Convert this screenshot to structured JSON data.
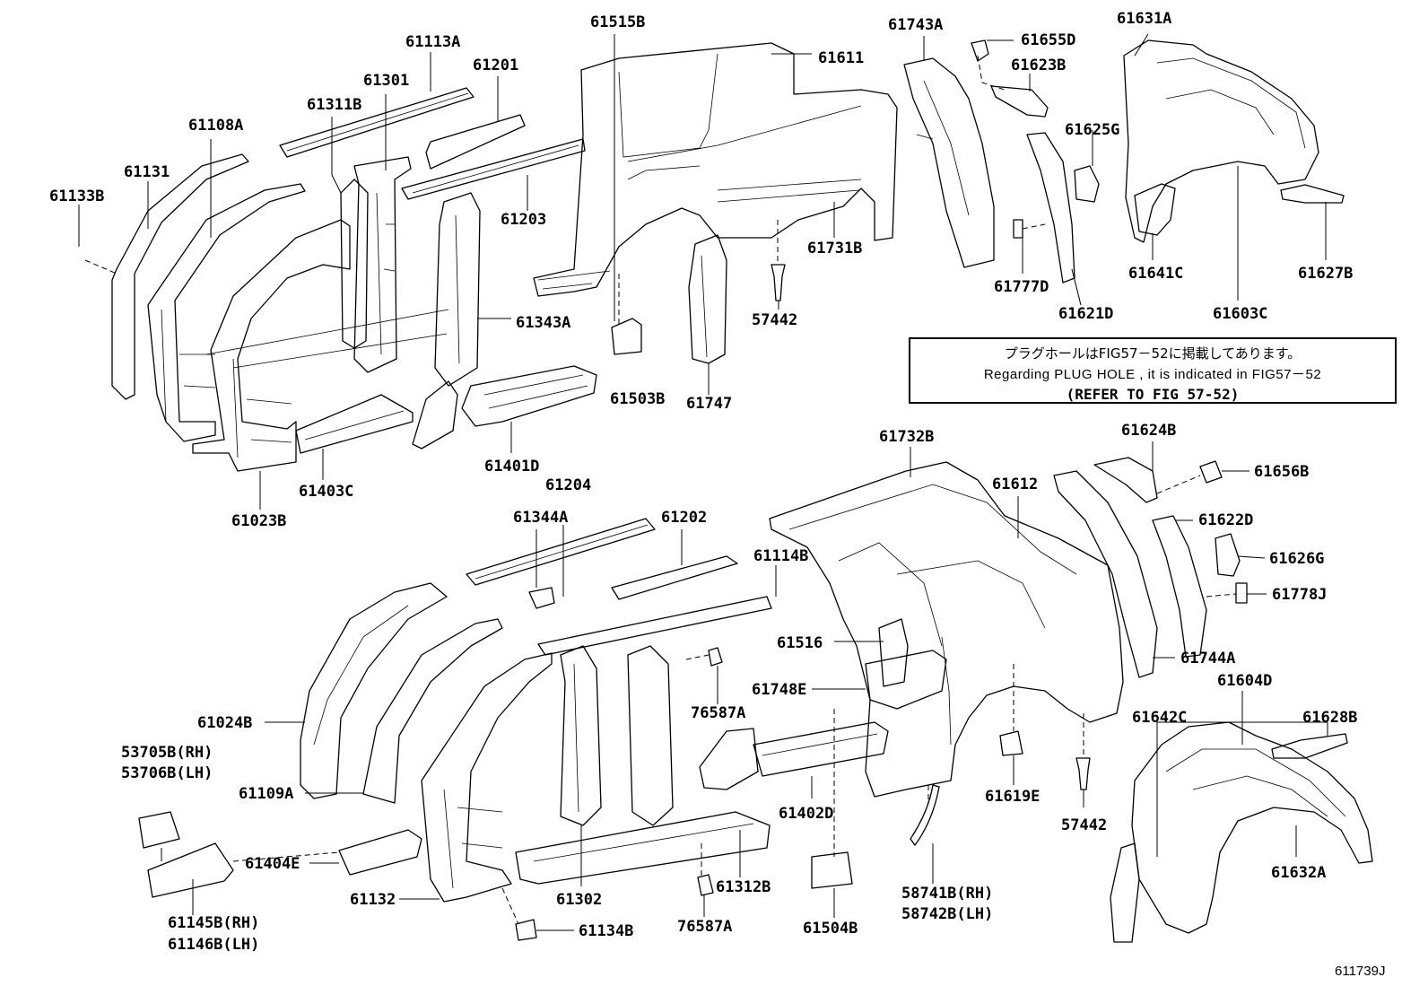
{
  "parts": [
    {
      "id": "p-61133B",
      "label": "61133B"
    },
    {
      "id": "p-61131",
      "label": "61131"
    },
    {
      "id": "p-61108A",
      "label": "61108A"
    },
    {
      "id": "p-61311B",
      "label": "61311B"
    },
    {
      "id": "p-61301",
      "label": "61301"
    },
    {
      "id": "p-61113A",
      "label": "61113A"
    },
    {
      "id": "p-61201",
      "label": "61201"
    },
    {
      "id": "p-61203",
      "label": "61203"
    },
    {
      "id": "p-61343A",
      "label": "61343A"
    },
    {
      "id": "p-61401D",
      "label": "61401D"
    },
    {
      "id": "p-61403C",
      "label": "61403C"
    },
    {
      "id": "p-61023B",
      "label": "61023B"
    },
    {
      "id": "p-61515B",
      "label": "61515B"
    },
    {
      "id": "p-61611",
      "label": "61611"
    },
    {
      "id": "p-61503B",
      "label": "61503B"
    },
    {
      "id": "p-61747",
      "label": "61747"
    },
    {
      "id": "p-57442a",
      "label": "57442"
    },
    {
      "id": "p-61731B",
      "label": "61731B"
    },
    {
      "id": "p-61743A",
      "label": "61743A"
    },
    {
      "id": "p-61655D",
      "label": "61655D"
    },
    {
      "id": "p-61623B",
      "label": "61623B"
    },
    {
      "id": "p-61625G",
      "label": "61625G"
    },
    {
      "id": "p-61777D",
      "label": "61777D"
    },
    {
      "id": "p-61621D",
      "label": "61621D"
    },
    {
      "id": "p-61631A",
      "label": "61631A"
    },
    {
      "id": "p-61641C",
      "label": "61641C"
    },
    {
      "id": "p-61627B",
      "label": "61627B"
    },
    {
      "id": "p-61603C",
      "label": "61603C"
    },
    {
      "id": "p-61732B",
      "label": "61732B"
    },
    {
      "id": "p-61624B",
      "label": "61624B"
    },
    {
      "id": "p-61656B",
      "label": "61656B"
    },
    {
      "id": "p-61612",
      "label": "61612"
    },
    {
      "id": "p-61622D",
      "label": "61622D"
    },
    {
      "id": "p-61626G",
      "label": "61626G"
    },
    {
      "id": "p-61778J",
      "label": "61778J"
    },
    {
      "id": "p-61744A",
      "label": "61744A"
    },
    {
      "id": "p-61204",
      "label": "61204"
    },
    {
      "id": "p-61344A",
      "label": "61344A"
    },
    {
      "id": "p-61202",
      "label": "61202"
    },
    {
      "id": "p-61114B",
      "label": "61114B"
    },
    {
      "id": "p-61516",
      "label": "61516"
    },
    {
      "id": "p-61748E",
      "label": "61748E"
    },
    {
      "id": "p-76587Aa",
      "label": "76587A"
    },
    {
      "id": "p-61024B",
      "label": "61024B"
    },
    {
      "id": "p-53705B",
      "label": "53705B(RH)"
    },
    {
      "id": "p-53706B",
      "label": "53706B(LH)"
    },
    {
      "id": "p-61109A",
      "label": "61109A"
    },
    {
      "id": "p-61404E",
      "label": "61404E"
    },
    {
      "id": "p-61132",
      "label": "61132"
    },
    {
      "id": "p-61145B",
      "label": "61145B(RH)"
    },
    {
      "id": "p-61146B",
      "label": "61146B(LH)"
    },
    {
      "id": "p-61302",
      "label": "61302"
    },
    {
      "id": "p-61134B",
      "label": "61134B"
    },
    {
      "id": "p-61312B",
      "label": "61312B"
    },
    {
      "id": "p-76587Ab",
      "label": "76587A"
    },
    {
      "id": "p-61402D",
      "label": "61402D"
    },
    {
      "id": "p-61504B",
      "label": "61504B"
    },
    {
      "id": "p-61619E",
      "label": "61619E"
    },
    {
      "id": "p-57442b",
      "label": "57442"
    },
    {
      "id": "p-58741B",
      "label": "58741B(RH)"
    },
    {
      "id": "p-58742B",
      "label": "58742B(LH)"
    },
    {
      "id": "p-61604D",
      "label": "61604D"
    },
    {
      "id": "p-61642C",
      "label": "61642C"
    },
    {
      "id": "p-61628B",
      "label": "61628B"
    },
    {
      "id": "p-61632A",
      "label": "61632A"
    }
  ],
  "note": {
    "line_jp": "プラグホールはFIG57－52に掲載してあります。",
    "line_en": "Regarding PLUG HOLE , it is indicated in FIG57－52",
    "line_ref": "(REFER TO FIG 57-52)"
  },
  "drawing_code": "611739J"
}
